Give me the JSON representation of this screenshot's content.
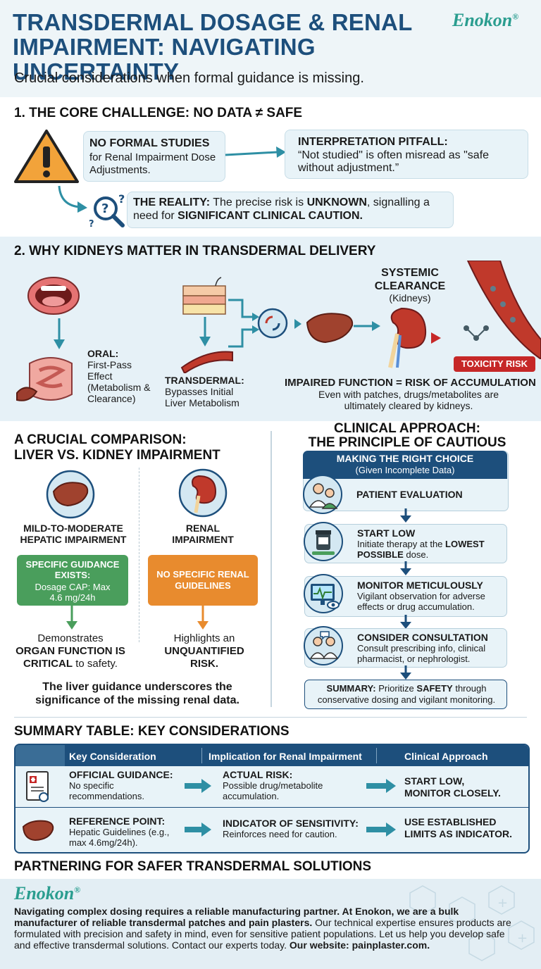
{
  "header": {
    "title": "TRANSDERMAL DOSAGE & RENAL IMPAIRMENT: NAVIGATING UNCERTAINTY",
    "subtitle": "Crucial considerations when formal guidance is missing.",
    "brand": "Enokon",
    "brand_mark": "®"
  },
  "section1": {
    "title": "1. THE CORE CHALLENGE: NO DATA ≠ SAFE",
    "no_studies_title": "NO FORMAL STUDIES",
    "no_studies_desc": "for Renal Impairment Dose Adjustments.",
    "pitfall_title": "INTERPRETATION PITFALL:",
    "pitfall_desc": "“Not studied\" is often misread as \"safe without adjustment.”",
    "reality_label": "THE REALITY:",
    "reality_text_1": "The precise risk is",
    "reality_unknown": "UNKNOWN",
    "reality_text_2": ", signalling a need for",
    "reality_caution": "SIGNIFICANT CLINICAL CAUTION."
  },
  "section2": {
    "title": "2. WHY KIDNEYS MATTER IN TRANSDERMAL DELIVERY",
    "oral_title": "ORAL:",
    "oral_desc": "First-Pass Effect (Metabolism & Clearance)",
    "transdermal_title": "TRANSDERMAL:",
    "transdermal_desc": "Bypasses Initial Liver Metabolism",
    "systemic_title": "SYSTEMIC CLEARANCE",
    "systemic_sub": "(Kidneys)",
    "toxicity": "TOXICITY RISK",
    "impaired_title": "IMPAIRED FUNCTION = RISK OF ACCUMULATION",
    "impaired_desc": "Even with patches, drugs/metabolites are ultimately cleared by kidneys."
  },
  "comparison": {
    "title_1": "A CRUCIAL COMPARISON:",
    "title_2": "LIVER VS. KIDNEY IMPAIRMENT",
    "hepatic_label": "MILD-TO-MODERATE HEPATIC IMPAIRMENT",
    "renal_label": "RENAL IMPAIRMENT",
    "green_title": "SPECIFIC GUIDANCE EXISTS:",
    "green_desc": "Dosage CAP: Max 4.6 mg/24h",
    "orange_text": "NO SPECIFIC RENAL GUIDELINES",
    "left_note_1": "Demonstrates",
    "left_note_bold": "ORGAN FUNCTION IS CRITICAL",
    "left_note_2": "to safety.",
    "right_note_1": "Highlights an",
    "right_note_bold": "UNQUANTIFIED RISK.",
    "footer": "The liver guidance underscores the significance of the missing renal data."
  },
  "clinical": {
    "title_1": "CLINICAL APPROACH:",
    "title_2": "THE PRINCIPLE OF CAUTIOUS DOSING",
    "banner_title": "MAKING THE RIGHT CHOICE",
    "banner_sub": "(Given Incomplete Data)",
    "steps": [
      {
        "title": "PATIENT EVALUATION",
        "desc": ""
      },
      {
        "title": "START LOW",
        "desc_1": "Initiate therapy at the",
        "desc_bold": "LOWEST POSSIBLE",
        "desc_2": "dose."
      },
      {
        "title": "MONITOR METICULOUSLY",
        "desc": "Vigilant observation for adverse effects or drug accumulation."
      },
      {
        "title": "CONSIDER CONSULTATION",
        "desc": "Consult prescribing info, clinical pharmacist, or nephrologist."
      }
    ],
    "summary_label": "SUMMARY:",
    "summary_text_1": "Prioritize",
    "summary_bold": "SAFETY",
    "summary_text_2": "through conservative dosing and vigilant monitoring."
  },
  "table": {
    "title": "SUMMARY TABLE: KEY CONSIDERATIONS",
    "headers": [
      "Key Consideration",
      "Implication for Renal Impairment",
      "Clinical Approach"
    ],
    "rows": [
      {
        "c1_title": "OFFICIAL GUIDANCE:",
        "c1_desc": "No specific recommendations.",
        "c2_title": "ACTUAL RISK:",
        "c2_desc": "Possible drug/metabolite accumulation.",
        "c3": "START LOW, MONITOR CLOSELY."
      },
      {
        "c1_title": "REFERENCE POINT:",
        "c1_desc": "Hepatic Guidelines (e.g., max 4.6mg/24h).",
        "c2_title": "INDICATOR OF SENSITIVITY:",
        "c2_desc": "Reinforces need for caution.",
        "c3": "USE ESTABLISHED LIMITS AS INDICATOR."
      }
    ]
  },
  "partner": {
    "title": "PARTNERING FOR SAFER TRANSDERMAL SOLUTIONS",
    "brand": "Enokon",
    "brand_mark": "®",
    "text_bold_1": "Navigating complex dosing requires a reliable manufacturing partner. At Enokon, we are a bulk manufacturer of reliable transdermal patches and pain plasters.",
    "text_regular": "Our technical expertise ensures products are formulated with precision and safety in mind, even for sensitive patient populations. Let us help you develop safe and effective transdermal solutions. Contact our experts today.",
    "text_bold_2": "Our website: painplaster.com."
  },
  "colors": {
    "navy": "#1d4f7c",
    "teal": "#2e8fa4",
    "green": "#4a9e5c",
    "orange": "#e88b2e",
    "red": "#c62828",
    "light_blue": "#e8f3f8"
  }
}
